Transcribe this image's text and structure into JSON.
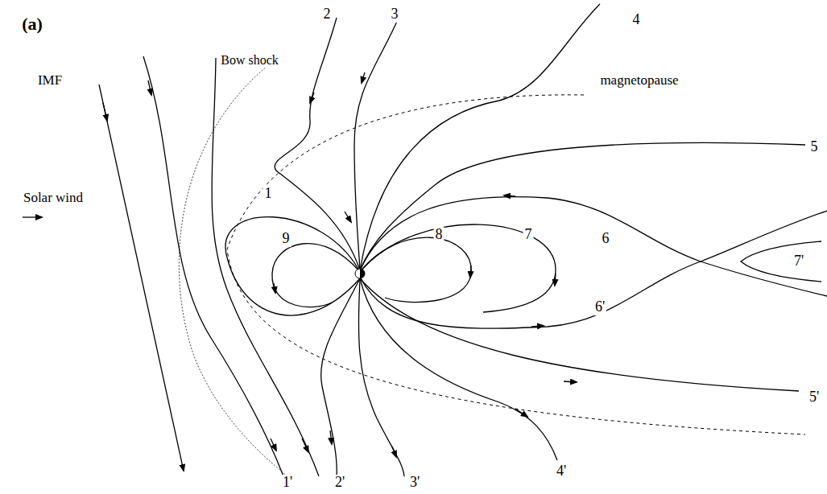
{
  "diagram": {
    "labels": [
      "(a)",
      "IMF",
      "Bow shock",
      "Solar wind",
      "magnetopause",
      "1",
      "2",
      "3",
      "4",
      "5",
      "6",
      "7",
      "8",
      "9",
      "1'",
      "2'",
      "3'",
      "4'",
      "5'",
      "6'",
      "7'"
    ]
  }
}
